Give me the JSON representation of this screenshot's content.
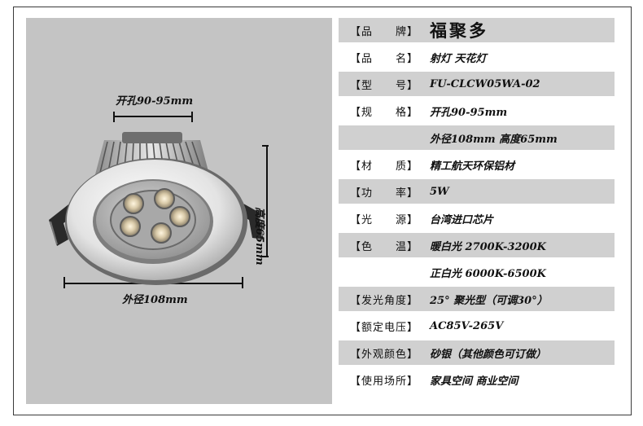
{
  "left_panel": {
    "hole_size": "开孔90-95mm",
    "outer_diameter": "外径108mm",
    "height": "高度65mm"
  },
  "spec_rows": [
    {
      "label": "【品　　牌】",
      "value": "福聚多",
      "shade": true
    },
    {
      "label": "【品　　名】",
      "value": "射灯 天花灯",
      "shade": false
    },
    {
      "label": "【型　　号】",
      "value": "FU-CLCW05WA-02",
      "shade": true
    },
    {
      "label": "【规　　格】",
      "value": "开孔90-95mm",
      "shade": false
    },
    {
      "label": "",
      "value": "外径108mm 高度65mm",
      "shade": true
    },
    {
      "label": "【材　　质】",
      "value": "精工航天环保铝材",
      "shade": false
    },
    {
      "label": "【功　　率】",
      "value": "5W",
      "shade": true
    },
    {
      "label": "【光　　源】",
      "value": "台湾进口芯片",
      "shade": false
    },
    {
      "label": "【色　　温】",
      "value": "暖白光 2700K-3200K",
      "shade": true
    },
    {
      "label": "",
      "value": "正白光 6000K-6500K",
      "shade": false
    },
    {
      "label": "【发光角度】",
      "value": "25° 聚光型（可调30°）",
      "shade": true
    },
    {
      "label": "【额定电压】",
      "value": "AC85V-265V",
      "shade": false
    },
    {
      "label": "【外观颜色】",
      "value": "砂银（其他颜色可订做）",
      "shade": true
    },
    {
      "label": "【使用场所】",
      "value": "家具空间 商业空间",
      "shade": false
    }
  ]
}
